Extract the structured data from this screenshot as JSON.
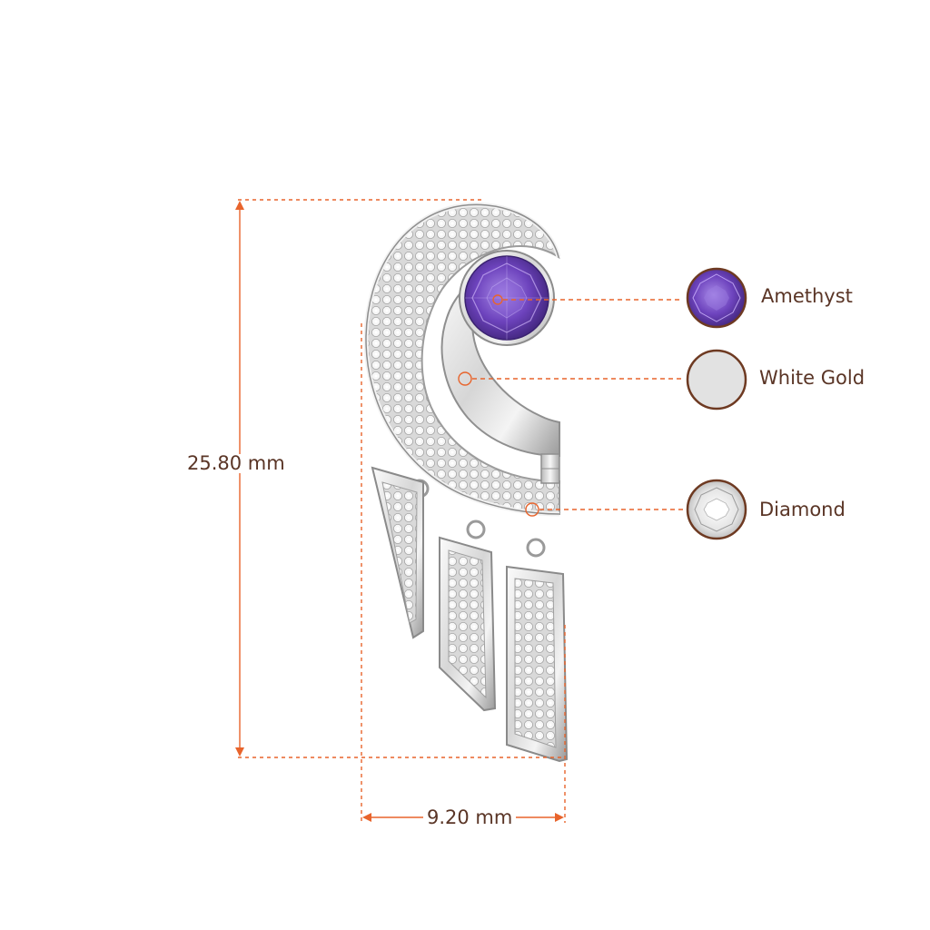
{
  "dimensions": {
    "height": "25.80 mm",
    "width": "9.20 mm"
  },
  "materials": [
    {
      "name": "Amethyst",
      "swatch": "amethyst-swatch-icon"
    },
    {
      "name": "White Gold",
      "swatch": "white-gold-swatch-icon"
    },
    {
      "name": "Diamond",
      "swatch": "diamond-swatch-icon"
    }
  ],
  "colors": {
    "dimension_line": "#e8642c",
    "label_text": "#5a3526",
    "swatch_border": "#6e3a22",
    "amethyst": "#7b4fc4",
    "white_gold": "#e2e2e2",
    "metal_dark": "#8d8d8d"
  }
}
